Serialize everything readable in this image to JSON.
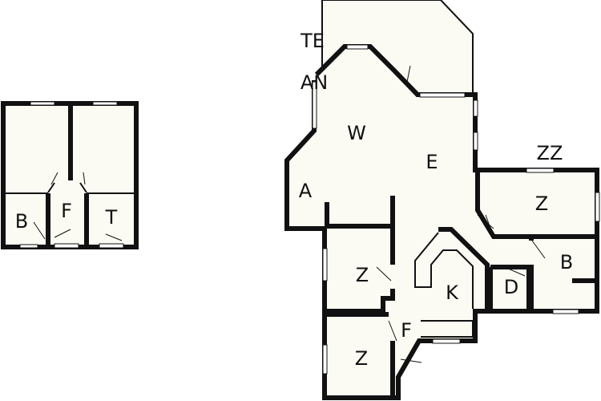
{
  "plan": {
    "colors": {
      "wall": "#111111",
      "floor": "#fbfbf4",
      "background": "#ffffff"
    },
    "annex": {
      "rooms": [
        {
          "id": "b",
          "label": "B"
        },
        {
          "id": "f",
          "label": "F"
        },
        {
          "id": "t",
          "label": "T"
        }
      ]
    },
    "main": {
      "rooms": [
        {
          "id": "te",
          "label": "TE"
        },
        {
          "id": "an",
          "label": "AN"
        },
        {
          "id": "w",
          "label": "W"
        },
        {
          "id": "e",
          "label": "E"
        },
        {
          "id": "a",
          "label": "A"
        },
        {
          "id": "zz",
          "label": "ZZ"
        },
        {
          "id": "z1",
          "label": "Z"
        },
        {
          "id": "z2",
          "label": "Z"
        },
        {
          "id": "b2",
          "label": "B"
        },
        {
          "id": "d",
          "label": "D"
        },
        {
          "id": "k",
          "label": "K"
        },
        {
          "id": "f2",
          "label": "F"
        },
        {
          "id": "z3",
          "label": "Z"
        }
      ]
    }
  }
}
